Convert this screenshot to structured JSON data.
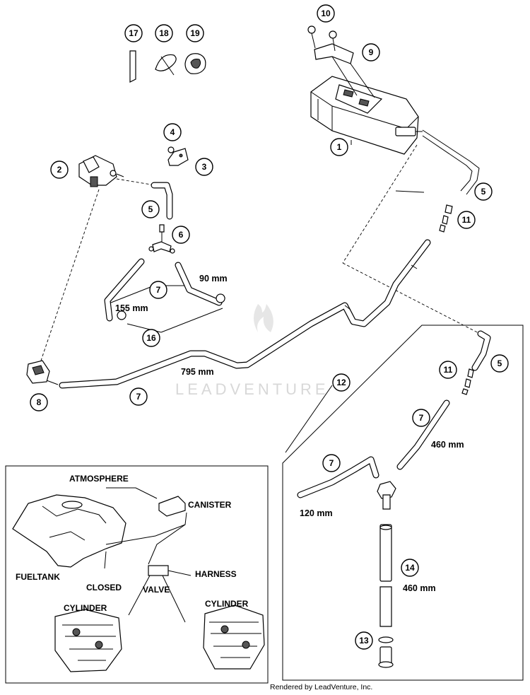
{
  "callouts": {
    "c1": "1",
    "c2": "2",
    "c3": "3",
    "c4": "4",
    "c5a": "5",
    "c5b": "5",
    "c5c": "5",
    "c6": "6",
    "c7a": "7",
    "c7b": "7",
    "c7c": "7",
    "c7d": "7",
    "c8": "8",
    "c9": "9",
    "c10": "10",
    "c11a": "11",
    "c11b": "11",
    "c12": "12",
    "c13": "13",
    "c14": "14",
    "c16": "16",
    "c17": "17",
    "c18": "18",
    "c19": "19"
  },
  "dimensions": {
    "d90": "90 mm",
    "d155": "155 mm",
    "d795": "795 mm",
    "d460a": "460 mm",
    "d120": "120 mm",
    "d460b": "460 mm"
  },
  "schematic": {
    "atmosphere": "ATMOSPHERE",
    "canister": "CANISTER",
    "fueltank": "FUELTANK",
    "closed": "CLOSED",
    "valve": "VALVE",
    "harness": "HARNESS",
    "cylinder_left": "CYLINDER",
    "cylinder_right": "CYLINDER"
  },
  "watermark": "LEADVENTURE",
  "footer": "Rendered by LeadVenture, Inc."
}
